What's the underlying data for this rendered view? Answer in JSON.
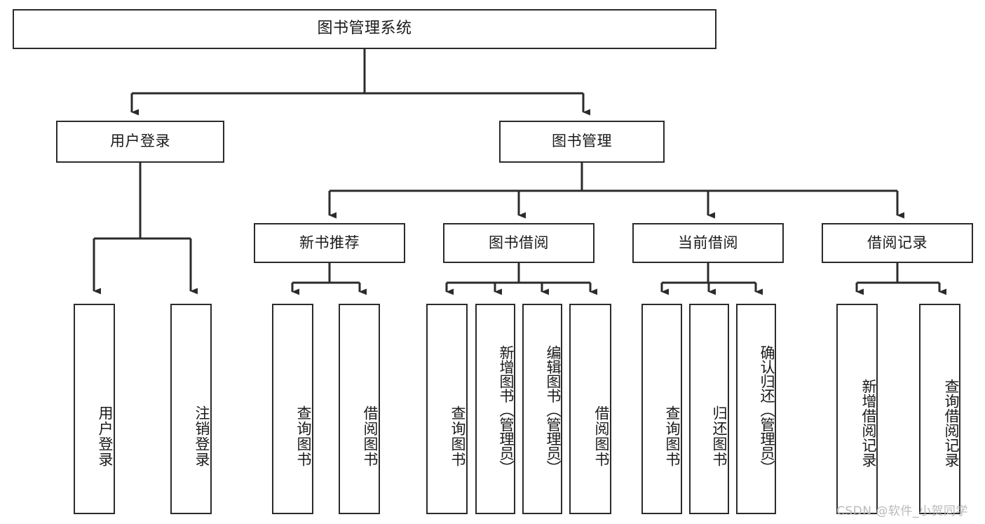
{
  "diagram": {
    "title": "图书管理系统",
    "type": "功能结构图",
    "root": {
      "id": "root",
      "label": "图书管理系统"
    },
    "level1": [
      {
        "id": "user-login",
        "label": "用户登录"
      },
      {
        "id": "book-manage",
        "label": "图书管理"
      }
    ],
    "level2": [
      {
        "id": "new-book-recommend",
        "label": "新书推荐",
        "parent": "book-manage"
      },
      {
        "id": "book-borrow",
        "label": "图书借阅",
        "parent": "book-manage"
      },
      {
        "id": "current-borrow",
        "label": "当前借阅",
        "parent": "book-manage"
      },
      {
        "id": "borrow-record",
        "label": "借阅记录",
        "parent": "book-manage"
      }
    ],
    "leaves": [
      {
        "id": "leaf-user-login",
        "label": "用户登录",
        "parent": "user-login"
      },
      {
        "id": "leaf-user-logout",
        "label": "注销登录",
        "parent": "user-login"
      },
      {
        "id": "leaf-query-book-1",
        "label": "查询图书",
        "parent": "new-book-recommend"
      },
      {
        "id": "leaf-borrow-book-1",
        "label": "借阅图书",
        "parent": "new-book-recommend"
      },
      {
        "id": "leaf-query-book-2",
        "label": "查询图书",
        "parent": "book-borrow"
      },
      {
        "id": "leaf-add-book",
        "label": "新增图书（管理员）",
        "parent": "book-borrow"
      },
      {
        "id": "leaf-edit-book",
        "label": "编辑图书（管理员）",
        "parent": "book-borrow"
      },
      {
        "id": "leaf-borrow-book-2",
        "label": "借阅图书",
        "parent": "book-borrow"
      },
      {
        "id": "leaf-query-book-3",
        "label": "查询图书",
        "parent": "current-borrow"
      },
      {
        "id": "leaf-return-book",
        "label": "归还图书",
        "parent": "current-borrow"
      },
      {
        "id": "leaf-confirm-return",
        "label": "确认归还（管理员）",
        "parent": "current-borrow"
      },
      {
        "id": "leaf-add-record",
        "label": "新增借阅记录",
        "parent": "borrow-record"
      },
      {
        "id": "leaf-query-record",
        "label": "查询借阅记录",
        "parent": "borrow-record"
      }
    ],
    "watermark": "CSDN @软件_小贺同学",
    "colors": {
      "border": "#2b2b2b",
      "background": "#ffffff",
      "text": "#1a1a1a",
      "edge": "#2b2b2b",
      "watermark": "#b9b9b9"
    }
  }
}
